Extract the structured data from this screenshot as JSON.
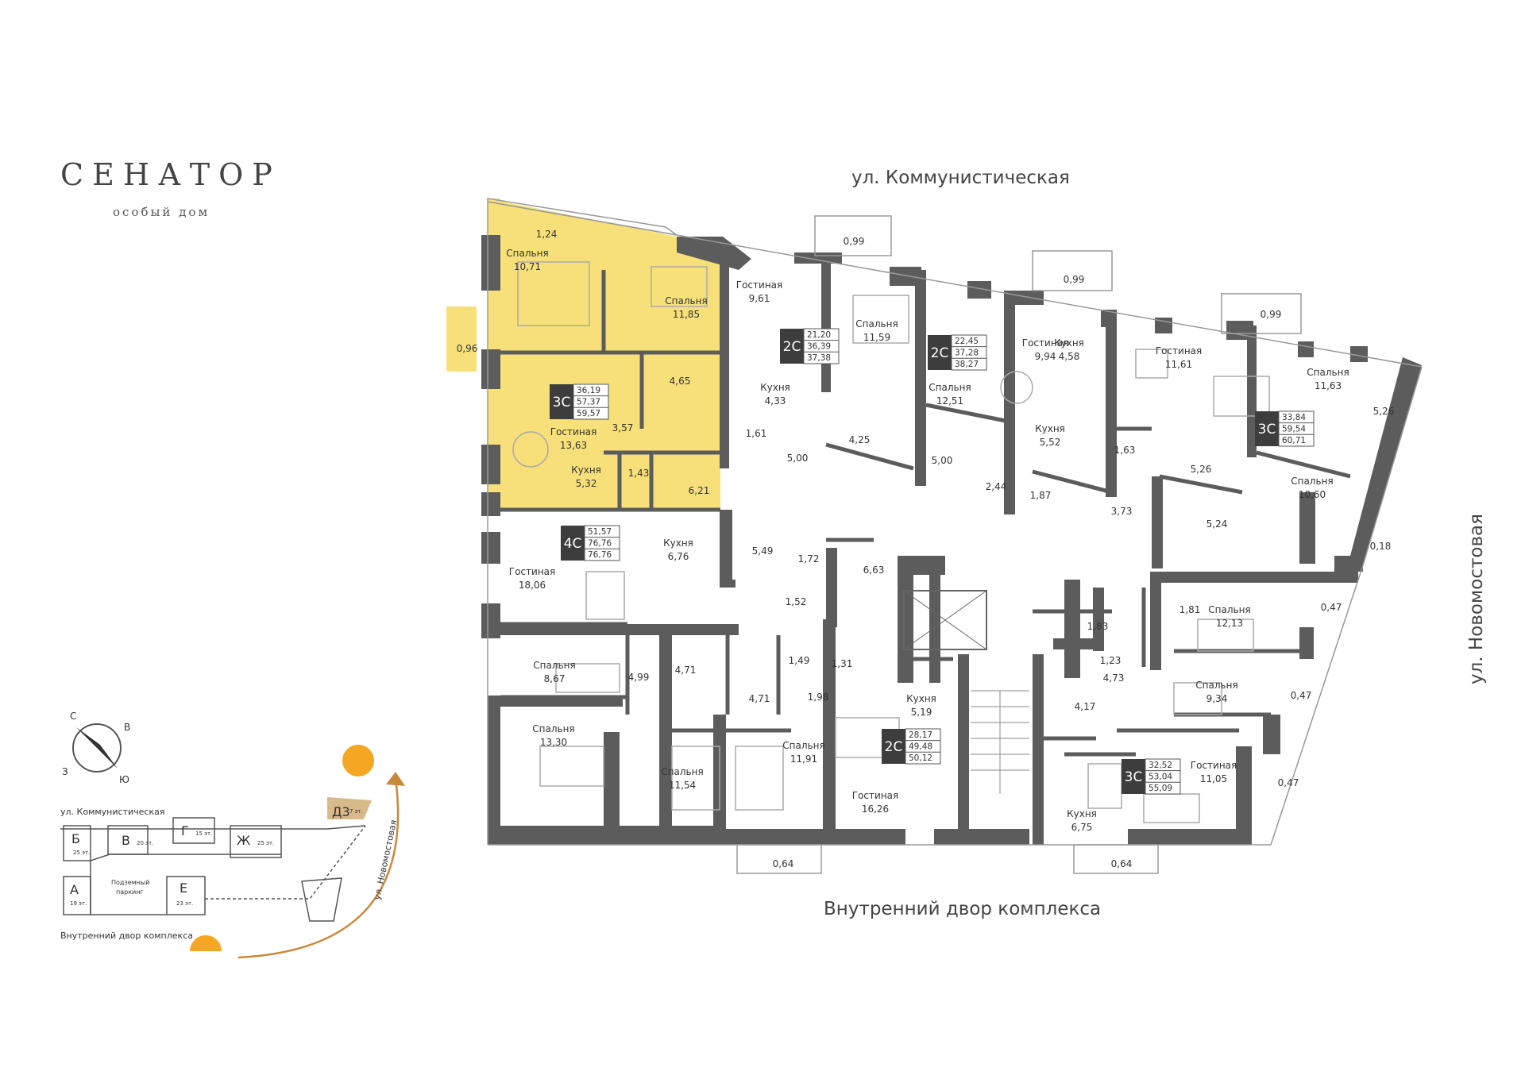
{
  "brand": {
    "title": "СЕНАТОР",
    "subtitle": "особый дом"
  },
  "streets": {
    "top": "ул. Коммунистическая",
    "bottom": "Внутренний двор комплекса",
    "right": "ул. Новомостовая"
  },
  "colors": {
    "highlight": "#f7e07a",
    "wall": "#5c5c5c",
    "badge": "#3d3d3d",
    "sun": "#f5a623",
    "arrow": "#c8893a",
    "d3": "#d8b98a"
  },
  "balconies": [
    "1,24",
    "0,96",
    "0,99",
    "0,99",
    "0,99",
    "0,64",
    "0,64",
    "0,18",
    "0,47",
    "0,47",
    "0,47"
  ],
  "apartments": [
    {
      "code": "3С",
      "values": [
        "36,19",
        "57,37",
        "59,57"
      ],
      "highlighted": true
    },
    {
      "code": "2С",
      "values": [
        "21,20",
        "36,39",
        "37,38"
      ]
    },
    {
      "code": "2С",
      "values": [
        "22,45",
        "37,28",
        "38,27"
      ]
    },
    {
      "code": "3С",
      "values": [
        "33,84",
        "59,54",
        "60,71"
      ]
    },
    {
      "code": "4С",
      "values": [
        "51,57",
        "76,76",
        "76,76"
      ]
    },
    {
      "code": "2С",
      "values": [
        "28,17",
        "49,48",
        "50,12"
      ]
    },
    {
      "code": "3С",
      "values": [
        "32,52",
        "53,04",
        "55,09"
      ]
    }
  ],
  "rooms": [
    {
      "name": "Спальня",
      "area": "10,71"
    },
    {
      "name": "Спальня",
      "area": "11,85"
    },
    {
      "name": "",
      "area": "4,65"
    },
    {
      "name": "Гостиная",
      "area": "13,63"
    },
    {
      "name": "",
      "area": "3,57"
    },
    {
      "name": "Кухня",
      "area": "5,32"
    },
    {
      "name": "",
      "area": "1,43"
    },
    {
      "name": "",
      "area": "6,21"
    },
    {
      "name": "Гостиная",
      "area": "9,61"
    },
    {
      "name": "Кухня",
      "area": "4,33"
    },
    {
      "name": "",
      "area": "1,61"
    },
    {
      "name": "",
      "area": "5,00"
    },
    {
      "name": "Спальня",
      "area": "11,59"
    },
    {
      "name": "",
      "area": "4,25"
    },
    {
      "name": "Спальня",
      "area": "12,51"
    },
    {
      "name": "",
      "area": "5,00"
    },
    {
      "name": "",
      "area": "2,44"
    },
    {
      "name": "Гостиная",
      "area": "9,94"
    },
    {
      "name": "Кухня",
      "area": "5,52"
    },
    {
      "name": "",
      "area": "1,87"
    },
    {
      "name": "Кухня",
      "area": "4,58"
    },
    {
      "name": "Гостиная",
      "area": "11,61"
    },
    {
      "name": "",
      "area": "1,63"
    },
    {
      "name": "",
      "area": "3,73"
    },
    {
      "name": "Спальня",
      "area": "11,63"
    },
    {
      "name": "",
      "area": "5,26"
    },
    {
      "name": "",
      "area": "5,26"
    },
    {
      "name": "Спальня",
      "area": "10,60"
    },
    {
      "name": "",
      "area": "5,24"
    },
    {
      "name": "Кухня",
      "area": "6,76"
    },
    {
      "name": "Гостиная",
      "area": "18,06"
    },
    {
      "name": "",
      "area": "5,49"
    },
    {
      "name": "",
      "area": "1,72"
    },
    {
      "name": "",
      "area": "6,63"
    },
    {
      "name": "",
      "area": "1,52"
    },
    {
      "name": "Спальня",
      "area": "8,67"
    },
    {
      "name": "",
      "area": "4,99"
    },
    {
      "name": "",
      "area": "4,71"
    },
    {
      "name": "",
      "area": "4,71"
    },
    {
      "name": "",
      "area": "1,49"
    },
    {
      "name": "",
      "area": "1,31"
    },
    {
      "name": "",
      "area": "1,98"
    },
    {
      "name": "Спальня",
      "area": "13,30"
    },
    {
      "name": "Спальня",
      "area": "11,54"
    },
    {
      "name": "Спальня",
      "area": "11,91"
    },
    {
      "name": "Кухня",
      "area": "5,19"
    },
    {
      "name": "Гостиная",
      "area": "16,26"
    },
    {
      "name": "",
      "area": "1,81"
    },
    {
      "name": "",
      "area": "1,83"
    },
    {
      "name": "",
      "area": "1,23"
    },
    {
      "name": "",
      "area": "4,73"
    },
    {
      "name": "",
      "area": "4,17"
    },
    {
      "name": "Спальня",
      "area": "12,13"
    },
    {
      "name": "Спальня",
      "area": "9,34"
    },
    {
      "name": "Гостиная",
      "area": "11,05"
    },
    {
      "name": "Кухня",
      "area": "6,75"
    }
  ],
  "compass": {
    "n": "С",
    "e": "В",
    "s": "Ю",
    "w": "З"
  },
  "siteplan": {
    "top_street": "ул. Коммунистическая",
    "bottom_street": "Внутренний двор комплекса",
    "right_street": "ул. Новомостовая",
    "parking": "Подземный паркинг",
    "blocks": [
      {
        "letter": "Б",
        "floors": "25 эт."
      },
      {
        "letter": "В",
        "floors": "20 эт."
      },
      {
        "letter": "Г",
        "floors": "15 эт."
      },
      {
        "letter": "Ж",
        "floors": "25 эт."
      },
      {
        "letter": "Д3",
        "floors": "7 эт."
      },
      {
        "letter": "А",
        "floors": "19 эт."
      },
      {
        "letter": "Е",
        "floors": "23 эт."
      }
    ]
  }
}
